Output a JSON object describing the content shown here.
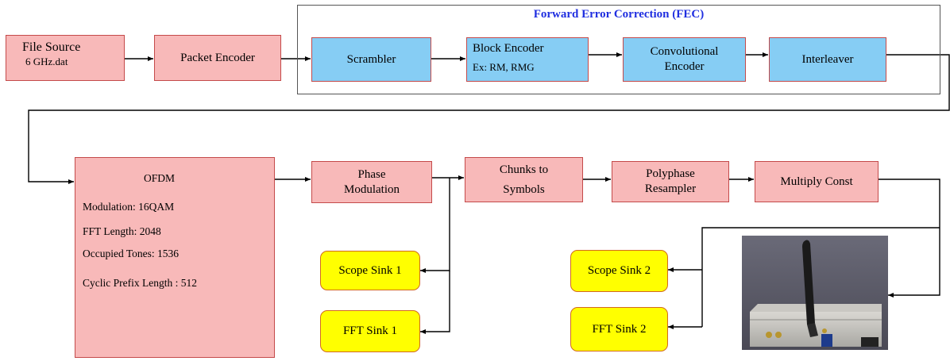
{
  "diagram": {
    "fec_title": "Forward Error Correction (FEC)",
    "file_source": {
      "title": "File Source",
      "sub": "6 GHz.dat"
    },
    "packet_encoder": "Packet Encoder",
    "scrambler": "Scrambler",
    "block_encoder": {
      "title": "Block Encoder",
      "sub": "Ex: RM, RMG"
    },
    "convolutional_encoder": {
      "line1": "Convolutional",
      "line2": "Encoder"
    },
    "interleaver": "Interleaver",
    "ofdm": {
      "title": "OFDM",
      "modulation": "Modulation: 16QAM",
      "fft_length": "FFT Length: 2048",
      "occupied_tones": "Occupied Tones: 1536",
      "cyclic_prefix": "Cyclic Prefix Length : 512"
    },
    "phase_modulation": {
      "line1": "Phase",
      "line2": "Modulation"
    },
    "chunks_to_symbols": {
      "line1": "Chunks to",
      "line2": "Symbols"
    },
    "polyphase_resampler": {
      "line1": "Polyphase",
      "line2": "Resampler"
    },
    "multiply_const": "Multiply Const",
    "scope_sink_1": "Scope Sink 1",
    "fft_sink_1": "FFT Sink 1",
    "scope_sink_2": "Scope Sink 2",
    "fft_sink_2": "FFT Sink 2"
  },
  "colors": {
    "block_fill": "#f8b9b9",
    "block_border": "#c44a4a",
    "fec_fill": "#86cdf4",
    "sink_fill": "#ffff00",
    "fec_title": "#1f2ee0",
    "wire": "#000000"
  }
}
